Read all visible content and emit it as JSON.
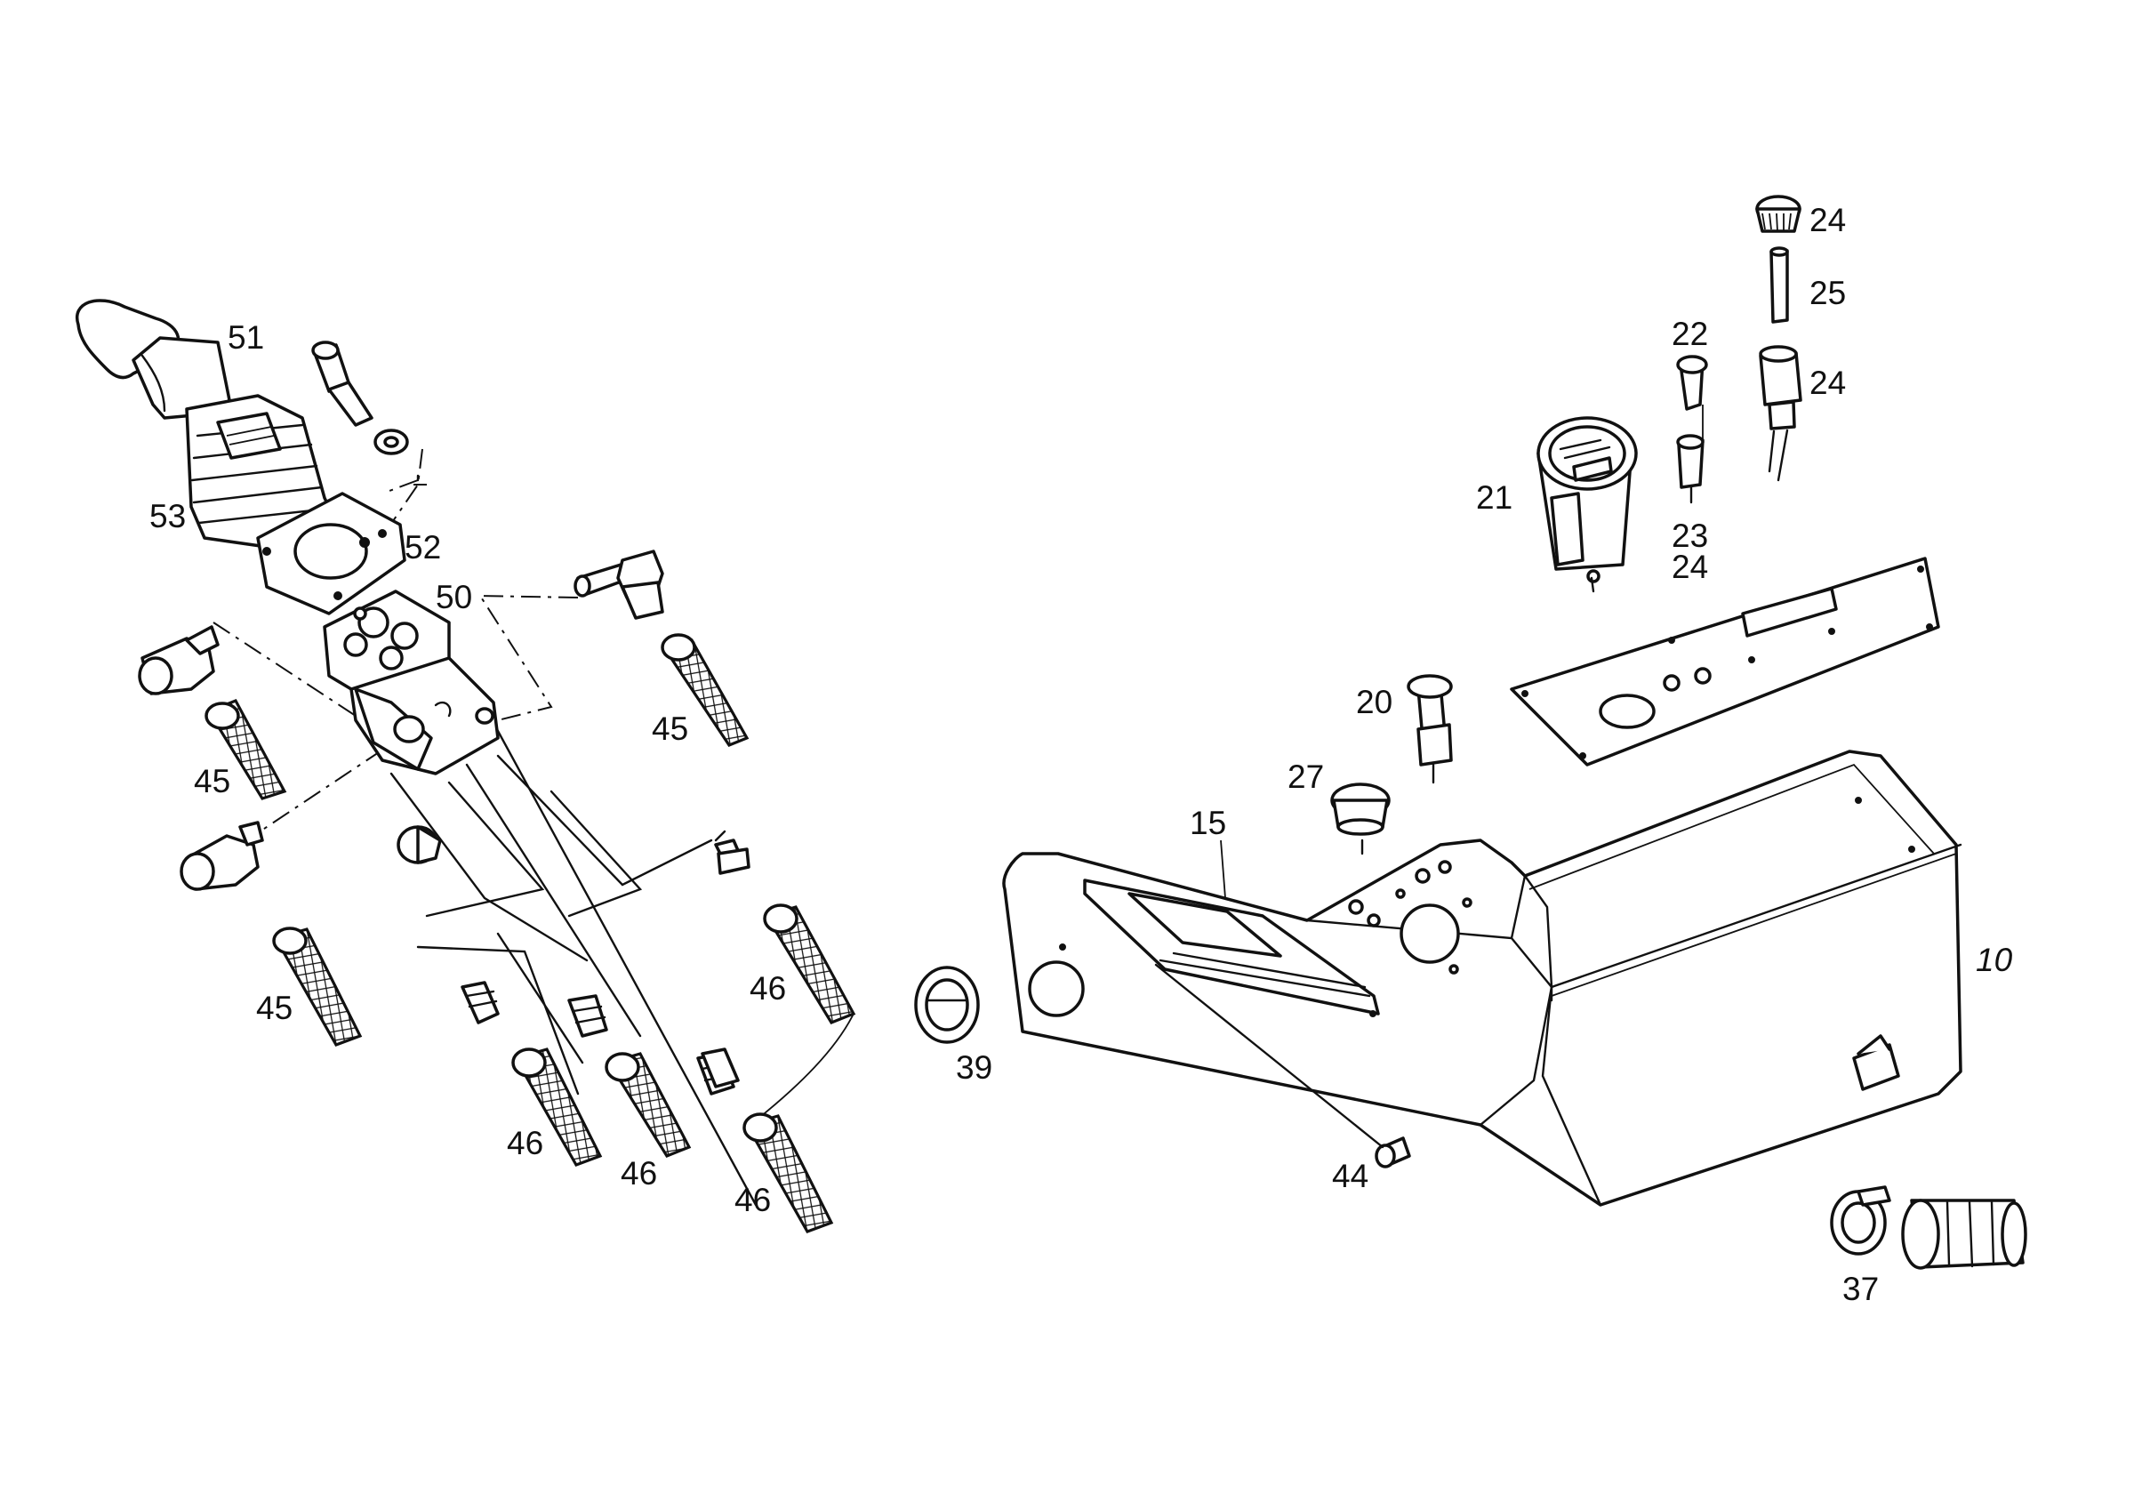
{
  "diagram": {
    "type": "exploded-parts-view",
    "callouts": {
      "p10": "10",
      "p15": "15",
      "p20": "20",
      "p21": "21",
      "p22": "22",
      "p23": "23",
      "p24a": "24",
      "p24b": "24",
      "p24c": "24",
      "p25": "25",
      "p27": "27",
      "p37": "37",
      "p39": "39",
      "p44": "44",
      "p45a": "45",
      "p45b": "45",
      "p45c": "45",
      "p46a": "46",
      "p46b": "46",
      "p46c": "46",
      "p46d": "46",
      "p50": "50",
      "p51": "51",
      "p52": "52",
      "p53": "53"
    }
  }
}
